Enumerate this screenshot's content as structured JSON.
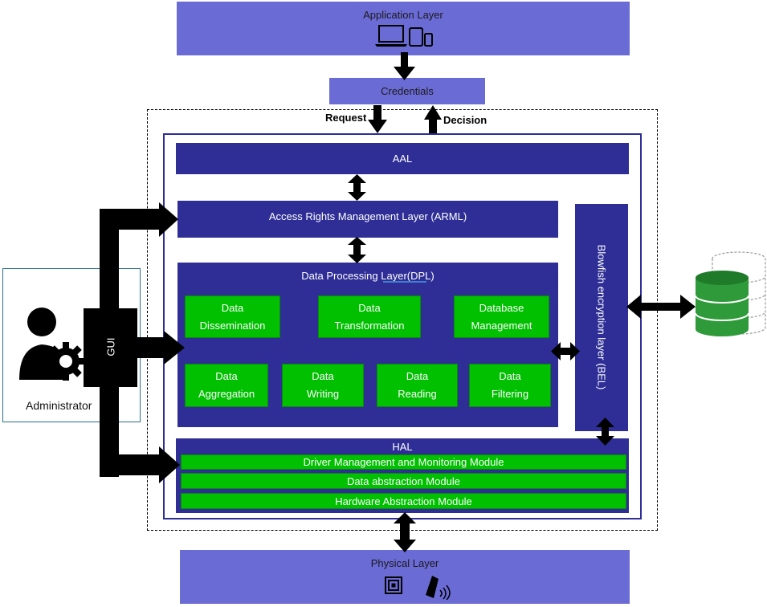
{
  "application_layer": {
    "label": "Application Layer",
    "icon": "devices-icon"
  },
  "credentials": {
    "label": "Credentials"
  },
  "flow": {
    "request": "Request",
    "decision": "Decision"
  },
  "aal": {
    "label": "AAL"
  },
  "arml": {
    "label": "Access Rights Management Layer (ARML)"
  },
  "dpl": {
    "label": "Data Processing Layer(DPL)",
    "modules": [
      "Data\nDissemination",
      "Data\nTransformation",
      "Database\nManagement",
      "Data\nAggregation",
      "Data\nWriting",
      "Data\nReading",
      "Data\nFiltering"
    ]
  },
  "bel": {
    "label": "Blowfish encryption layer  (BEL)"
  },
  "hal": {
    "label": "HAL",
    "modules": [
      "Driver Management and Monitoring Module",
      "Data abstraction Module",
      "Hardware Abstraction Module"
    ]
  },
  "physical_layer": {
    "label": "Physical Layer",
    "icons": [
      "chip-icon",
      "wireless-sensor-icon"
    ]
  },
  "administrator": {
    "label": "Administrator",
    "icon": "admin-gear-icon"
  },
  "gui": {
    "label": "GUI"
  },
  "database": {
    "icon": "database-icon"
  },
  "colors": {
    "outer_layer": "#6b6bd6",
    "inner_layer": "#2e2e96",
    "module": "#00c000",
    "arrow": "#000000"
  }
}
